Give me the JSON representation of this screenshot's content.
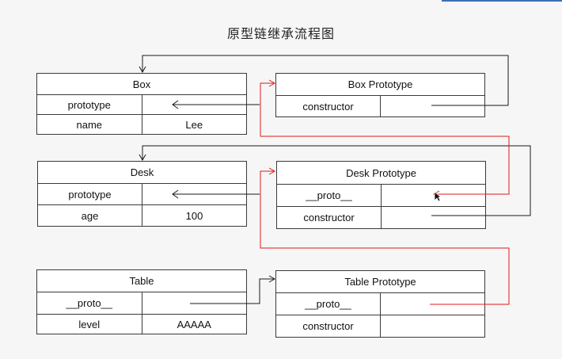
{
  "title": "原型链继承流程图",
  "diagram": {
    "objects": [
      {
        "id": "box",
        "header": "Box",
        "rows": [
          [
            "prototype",
            ""
          ],
          [
            "name",
            "Lee"
          ]
        ]
      },
      {
        "id": "box-proto",
        "header": "Box Prototype",
        "rows": [
          [
            "constructor",
            ""
          ]
        ]
      },
      {
        "id": "desk",
        "header": "Desk",
        "rows": [
          [
            "prototype",
            ""
          ],
          [
            "age",
            "100"
          ]
        ]
      },
      {
        "id": "desk-proto",
        "header": "Desk Prototype",
        "rows": [
          [
            "__proto__",
            ""
          ],
          [
            "constructor",
            ""
          ]
        ]
      },
      {
        "id": "table",
        "header": "Table",
        "rows": [
          [
            "__proto__",
            ""
          ],
          [
            "level",
            "AAAAA"
          ]
        ]
      },
      {
        "id": "table-proto",
        "header": "Table Prototype",
        "rows": [
          [
            "__proto__",
            ""
          ],
          [
            "constructor",
            ""
          ]
        ]
      }
    ],
    "colors": {
      "link": "#1a1a1a",
      "proto_link": "#e01b1b",
      "border": "#3a3a3a"
    }
  }
}
